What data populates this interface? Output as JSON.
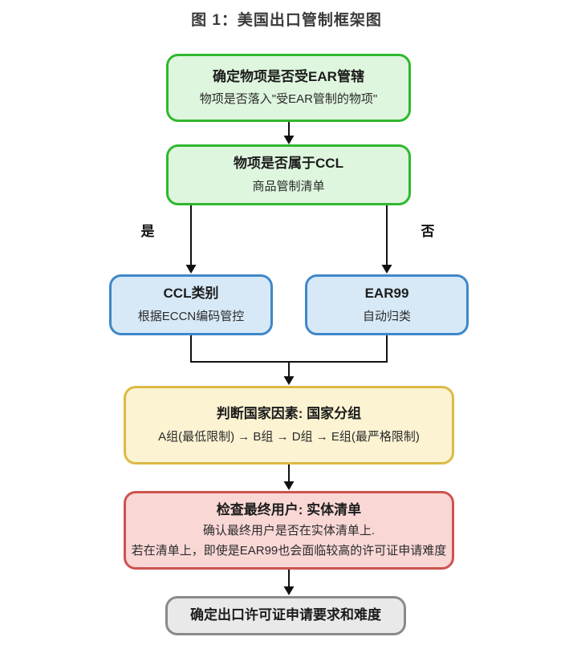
{
  "title": "图 1：美国出口管制框架图",
  "nodes": {
    "ear_scope": {
      "title": "确定物项是否受EAR管辖",
      "subtitle": "物项是否落入\"受EAR管制的物项\""
    },
    "ccl_check": {
      "title": "物项是否属于CCL",
      "subtitle": "商品管制清单"
    },
    "ccl_category": {
      "title": "CCL类别",
      "subtitle": "根据ECCN编码管控"
    },
    "ear99": {
      "title": "EAR99",
      "subtitle": "自动归类"
    },
    "country_groups": {
      "title": "判断国家因素: 国家分组",
      "subtitle": "A组(最低限制) → B组 → D组 → E组(最严格限制)"
    },
    "entity_list": {
      "title": "检查最终用户: 实体清单",
      "line1": "确认最终用户是否在实体清单上.",
      "line2": "若在清单上，即使是EAR99也会面临较高的许可证申请难度"
    },
    "license": {
      "title": "确定出口许可证申请要求和难度"
    }
  },
  "edge_labels": {
    "yes": "是",
    "no": "否"
  },
  "colors": {
    "green_border": "#2eb82e",
    "green_fill": "#def5de",
    "blue_border": "#3f87c9",
    "blue_fill": "#d7e9f7",
    "yellow_border": "#deb945",
    "yellow_fill": "#fbf3d2",
    "red_border": "#ce534f",
    "red_fill": "#f8d7d5",
    "gray_border": "#8a8a8a",
    "gray_fill": "#e9e9e9",
    "arrow": "#111111"
  }
}
